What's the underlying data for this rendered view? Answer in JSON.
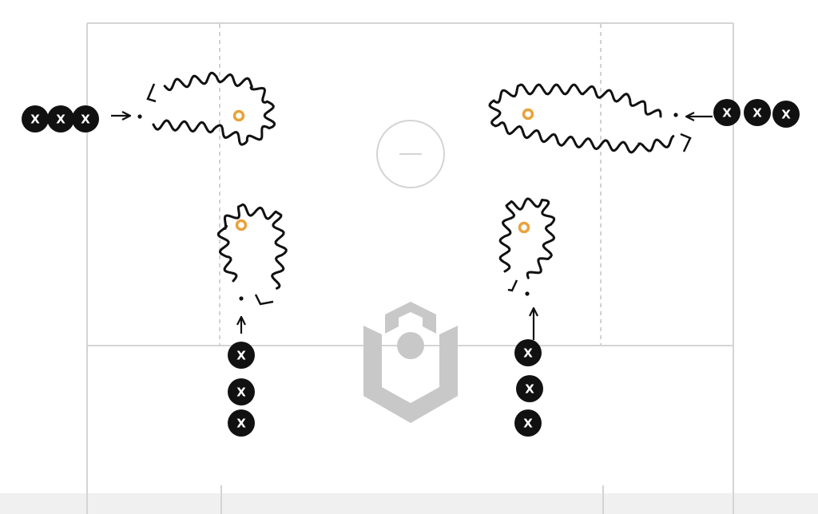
{
  "diagram": {
    "colors": {
      "background": "#ffffff",
      "field_lines": "#d4d4d4",
      "dashed_lines": "#c4c4c4",
      "path": "#111111",
      "player": "#111111",
      "player_text": "#ffffff",
      "cone": "#e9a23b",
      "logo": "#c8c8c8",
      "bottom_band": "#f0f0f0"
    },
    "player_marker": "X",
    "players": [
      {
        "group": "top-left-line",
        "label": "X"
      },
      {
        "group": "top-left-line",
        "label": "X"
      },
      {
        "group": "top-left-line",
        "label": "X"
      },
      {
        "group": "top-right-line",
        "label": "X"
      },
      {
        "group": "top-right-line",
        "label": "X"
      },
      {
        "group": "top-right-line",
        "label": "X"
      },
      {
        "group": "bottom-left-line",
        "label": "X"
      },
      {
        "group": "bottom-left-line",
        "label": "X"
      },
      {
        "group": "bottom-left-line",
        "label": "X"
      },
      {
        "group": "bottom-right-line",
        "label": "X"
      },
      {
        "group": "bottom-right-line",
        "label": "X"
      },
      {
        "group": "bottom-right-line",
        "label": "X"
      }
    ],
    "cones": [
      {
        "name": "cone-top-left"
      },
      {
        "name": "cone-top-right"
      },
      {
        "name": "cone-bottom-left"
      },
      {
        "name": "cone-bottom-right"
      }
    ],
    "paths": [
      {
        "name": "dribble-path-top-left",
        "style": "wavy"
      },
      {
        "name": "dribble-path-top-right",
        "style": "wavy"
      },
      {
        "name": "dribble-path-bottom-left",
        "style": "wavy"
      },
      {
        "name": "dribble-path-bottom-right",
        "style": "wavy"
      }
    ],
    "logo_icon": "watermark-logo-icon"
  }
}
